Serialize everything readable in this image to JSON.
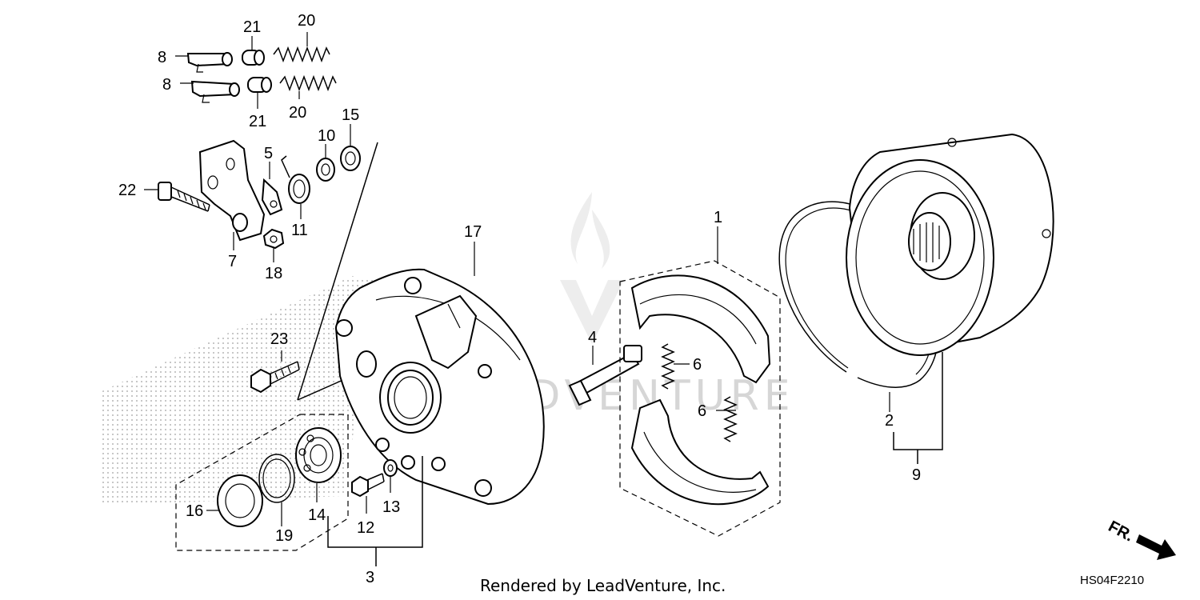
{
  "callouts": {
    "c1": "1",
    "c2": "2",
    "c3": "3",
    "c4": "4",
    "c5": "5",
    "c6a": "6",
    "c6b": "6",
    "c7": "7",
    "c8a": "8",
    "c8b": "8",
    "c9": "9",
    "c10": "10",
    "c11": "11",
    "c12": "12",
    "c13": "13",
    "c14": "14",
    "c15": "15",
    "c16": "16",
    "c17": "17",
    "c18": "18",
    "c19": "19",
    "c20a": "20",
    "c20b": "20",
    "c21a": "21",
    "c21b": "21",
    "c22": "22",
    "c23": "23"
  },
  "footer": {
    "rendered_by": "Rendered by LeadVenture, Inc."
  },
  "diagram_code": "HS04F2210",
  "direction_label": "FR.",
  "watermark": "LEADVENTURE",
  "colors": {
    "ink": "#000000",
    "watermark": "#d6d6d6",
    "background": "#ffffff"
  },
  "icons": {
    "front_arrow": "arrow-right-down-icon",
    "watermark_logo": "flame-v-logo-icon"
  }
}
